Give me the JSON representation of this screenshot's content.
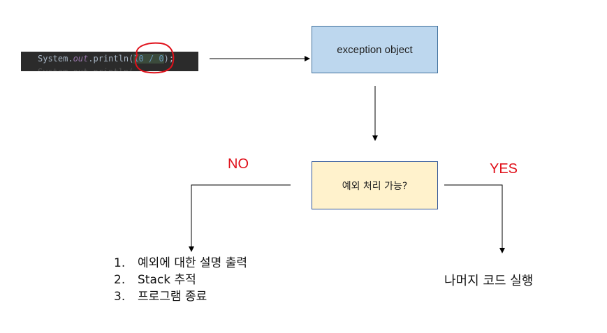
{
  "code": {
    "prefix": "System.",
    "field": "out",
    "call": ".println(",
    "expr": "10 / 0",
    "suffix": ");"
  },
  "nodes": {
    "exception_object": "exception object",
    "decision": "예외 처리 가능?"
  },
  "branches": {
    "no": "NO",
    "yes": "YES"
  },
  "no_outcomes": [
    {
      "num": "1.",
      "text": "예외에 대한 설명 출력"
    },
    {
      "num": "2.",
      "text": "Stack 추적"
    },
    {
      "num": "3.",
      "text": "프로그램 종료"
    }
  ],
  "yes_outcome": "나머지 코드 실행",
  "colors": {
    "blue_box": "#bdd7ee",
    "yellow_box": "#fff2cc",
    "branch_label": "#e0101a",
    "highlight_circle": "#e0101a"
  }
}
